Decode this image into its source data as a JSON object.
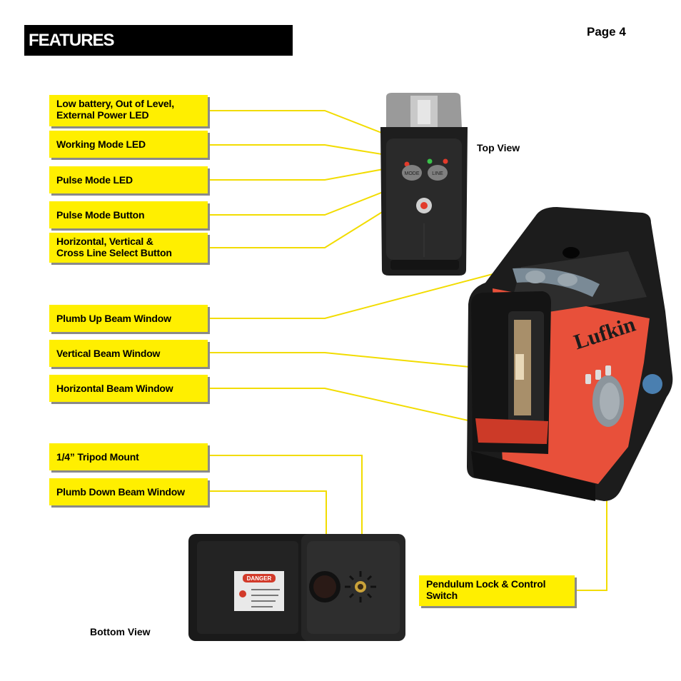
{
  "header": {
    "title": "FEATURES",
    "page": "Page 4"
  },
  "labels": {
    "low_battery": "Low battery, Out of Level,\nExternal Power LED",
    "working_mode": "Working Mode LED",
    "pulse_mode_led": "Pulse Mode LED",
    "pulse_mode_button": "Pulse Mode Button",
    "line_select": "Horizontal, Vertical &\nCross Line Select Button",
    "plumb_up": "Plumb Up Beam Window",
    "vertical_beam": "Vertical Beam Window",
    "horizontal_beam": "Horizontal Beam Window",
    "tripod_mount": "1/4” Tripod Mount",
    "plumb_down": "Plumb Down Beam Window",
    "pendulum_lock": "Pendulum Lock & Control\nSwitch"
  },
  "captions": {
    "top_view": "Top View",
    "bottom_view": "Bottom View"
  },
  "device": {
    "brand": "Lufkin",
    "danger_label": "DANGER",
    "mode_button": "MODE",
    "line_button": "LINE"
  },
  "colors": {
    "label_bg": "#ffef00",
    "leader_line": "#f2dc00",
    "device_body": "#1e1e1e",
    "device_accent": "#e8503a"
  }
}
